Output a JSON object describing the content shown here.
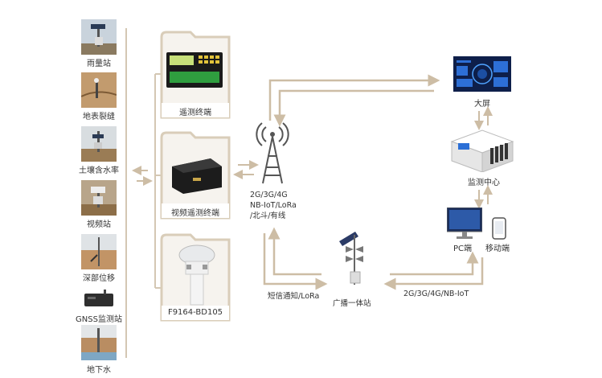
{
  "sensors": [
    {
      "label": "雨量站"
    },
    {
      "label": "地表裂缝"
    },
    {
      "label": "土壤含水率"
    },
    {
      "label": "视频站"
    },
    {
      "label": "深部位移"
    },
    {
      "label": "GNSS监测站"
    },
    {
      "label": "地下水"
    }
  ],
  "terminals": {
    "telemetry": "遥测终端",
    "video_telemetry": "视频遥测终端",
    "device": "F9164-BD105"
  },
  "tower_caption": [
    "2G/3G/4G",
    "NB-IoT/LoRa",
    "/北斗/有线"
  ],
  "bottom_left_link": "短信通知/LoRa",
  "broadcast": "广播一体站",
  "bottom_right_link": "2G/3G/4G/NB-IoT",
  "right_side": {
    "big_screen": "大屏",
    "monitor_center": "监测中心",
    "pc": "PC端",
    "mobile": "移动端"
  },
  "colors": {
    "accent": "#c7b59b",
    "arrow": "#cdbda5",
    "tab": "#d9cdb9"
  }
}
